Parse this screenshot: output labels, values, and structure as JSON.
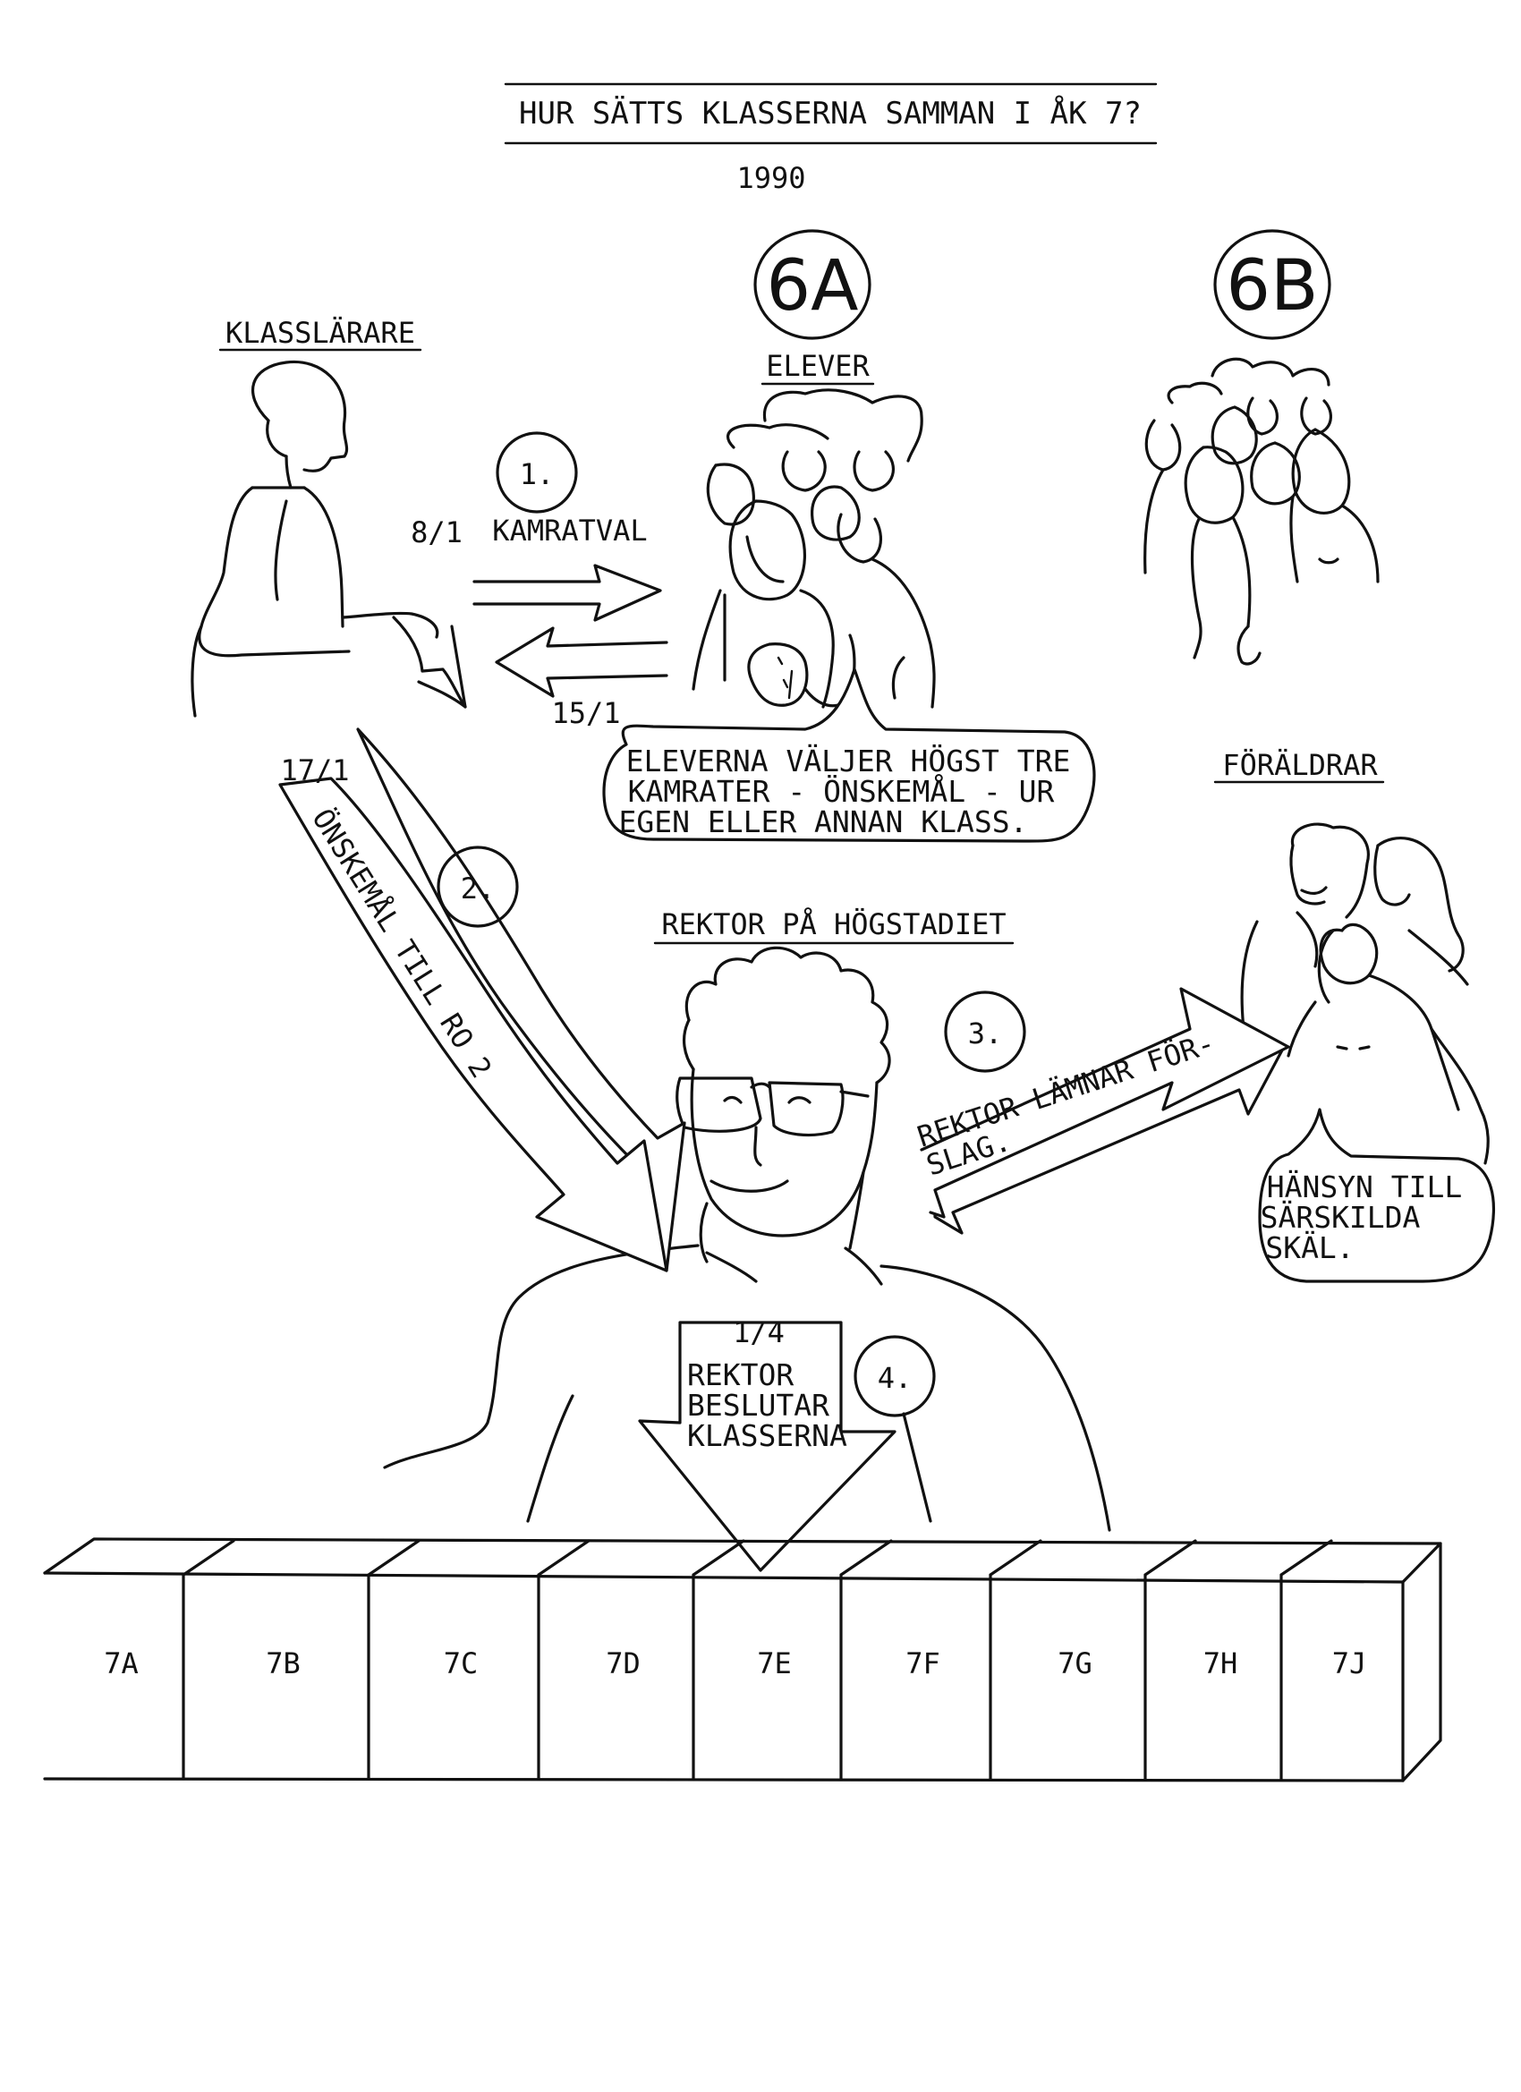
{
  "title": "HUR SÄTTS KLASSERNA SAMMAN I ÅK 7?",
  "year": "1990",
  "groups": {
    "class_6a": "6A",
    "class_6b": "6B",
    "klasslarare": "KLASSLÄRARE",
    "elever": "ELEVER",
    "foraldrar": "FÖRÄLDRAR",
    "rektor": "REKTOR PÅ HÖGSTADIET"
  },
  "steps": {
    "step1": {
      "number": "1.",
      "date_out": "8/1",
      "label": "KAMRATVAL",
      "date_back": "15/1"
    },
    "step2": {
      "number": "2.",
      "date": "17/1",
      "label": "ÖNSKEMÅL TILL RO 2"
    },
    "step3": {
      "number": "3.",
      "label_line1": "REKTOR LÄMNAR FÖR-",
      "label_line2": "SLAG."
    },
    "step4": {
      "number": "4.",
      "date": "1/4",
      "label_line1": "REKTOR",
      "label_line2": "BESLUTAR",
      "label_line3": "KLASSERNA"
    }
  },
  "bubbles": {
    "students": {
      "line1": "ELEVERNA VÄLJER HÖGST TRE",
      "line2": "KAMRATER - ÖNSKEMÅL - UR",
      "line3": "EGEN ELLER ANNAN KLASS."
    },
    "parents": {
      "line1": "HÄNSYN TILL",
      "line2": "SÄRSKILDA",
      "line3": "SKÄL."
    }
  },
  "classes": [
    "7A",
    "7B",
    "7C",
    "7D",
    "7E",
    "7F",
    "7G",
    "7H",
    "7J"
  ]
}
